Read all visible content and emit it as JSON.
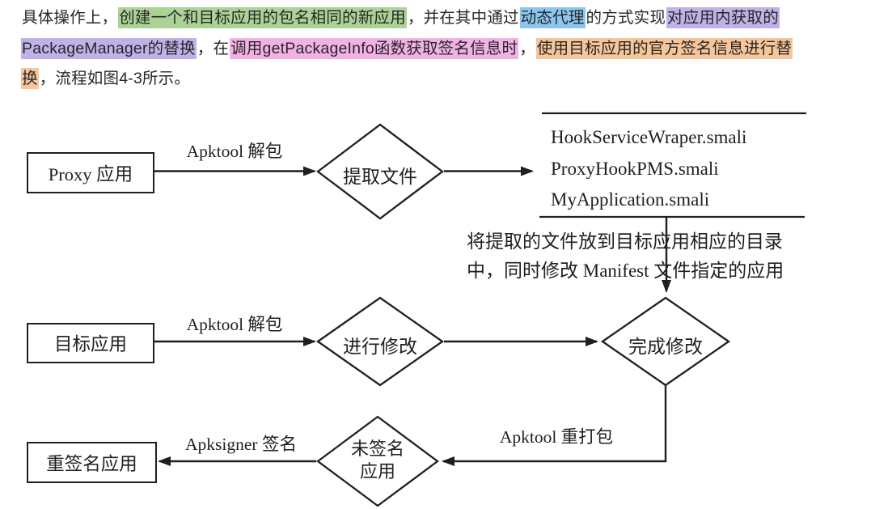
{
  "paragraph": {
    "lines": [
      {
        "segments": [
          {
            "text": "具体操作上，",
            "hl": "none"
          },
          {
            "text": "创建一个和目标应用的包名相同的新应用",
            "hl": "green"
          },
          {
            "text": "，并在其中通过",
            "hl": "none"
          },
          {
            "text": "动态代理",
            "hl": "blue"
          },
          {
            "text": "的方式实现",
            "hl": "none"
          },
          {
            "text": "对应用内获取的",
            "hl": "purple"
          }
        ]
      },
      {
        "segments": [
          {
            "text": "PackageManager的替换",
            "hl": "purple"
          },
          {
            "text": "，在",
            "hl": "none"
          },
          {
            "text": "调用getPackageInfo函数获取签名信息时",
            "hl": "pink"
          },
          {
            "text": "，",
            "hl": "none"
          },
          {
            "text": "使用目标应用的官方签名信息进行替",
            "hl": "orange"
          }
        ]
      },
      {
        "segments": [
          {
            "text": "换",
            "hl": "orange"
          },
          {
            "text": "，流程如图4-3所示。",
            "hl": "none"
          }
        ]
      }
    ]
  },
  "flowchart": {
    "figure_ref": "图4-3",
    "nodes": {
      "proxy_app": "Proxy 应用",
      "target_app": "目标应用",
      "resigned_app": "重签名应用",
      "extract_files": "提取文件",
      "modify": "进行修改",
      "complete_modify": "完成修改",
      "unsigned_app_line1": "未签名",
      "unsigned_app_line2": "应用"
    },
    "edge_labels": {
      "apktool_unpack_top": "Apktool 解包",
      "apktool_unpack_mid": "Apktool 解包",
      "apktool_repack": "Apktool 重打包",
      "apksigner_sign": "Apksigner 签名"
    },
    "file_list": [
      "HookServiceWraper.smali",
      "ProxyHookPMS.smali",
      "MyApplication.smali"
    ],
    "caption_line1": "将提取的文件放到目标应用相应的目录",
    "caption_line2": "中，同时修改 Manifest 文件指定的应用"
  },
  "colors": {
    "highlight_green": "#ABD395",
    "highlight_blue": "#8AC6EF",
    "highlight_purple": "#C0B2E8",
    "highlight_pink": "#F3B1E5",
    "highlight_orange": "#F6C59A",
    "line": "#1F1F1F",
    "background": "#FFFFFF"
  }
}
